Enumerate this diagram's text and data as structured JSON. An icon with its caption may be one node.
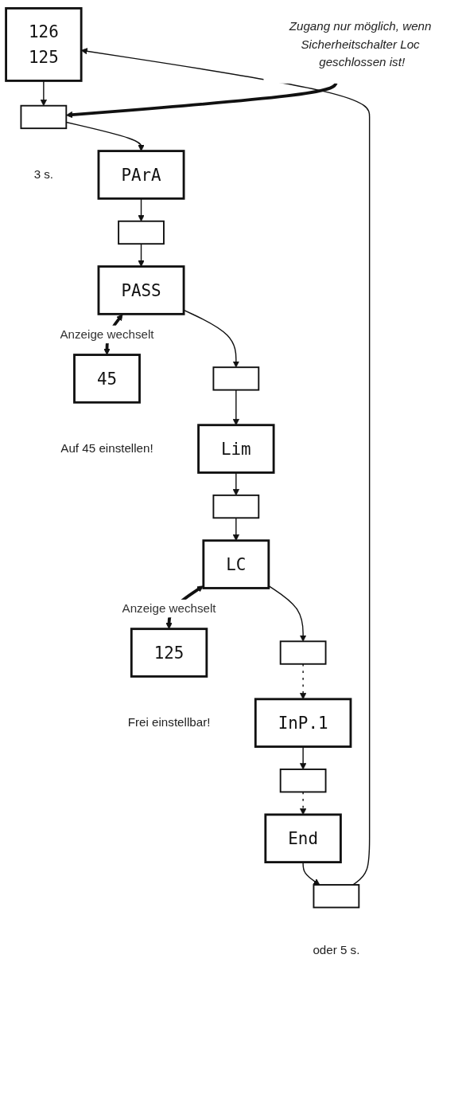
{
  "diagram": {
    "nodes": [
      {
        "text": [
          "126",
          "125"
        ]
      },
      {
        "text": [],
        "shape": "box",
        "beside": [
          "3 s."
        ]
      },
      {
        "text": [
          "PArA"
        ]
      },
      {
        "text": [],
        "shape": "box"
      },
      {
        "text": [
          "PASS"
        ]
      },
      {
        "text": [
          "45"
        ],
        "beside": [
          "Auf 45 einstellen!"
        ]
      },
      {
        "text": [],
        "shape": "box"
      },
      {
        "text": [
          "Lim"
        ]
      },
      {
        "text": [],
        "shape": "box"
      },
      {
        "text": [
          "LC"
        ]
      },
      {
        "text": [
          "125"
        ],
        "beside": [
          "Frei einstellbar!"
        ]
      },
      {
        "text": [],
        "shape": "box"
      },
      {
        "text": [
          "InP.1"
        ]
      },
      {
        "text": [],
        "shape": "box"
      },
      {
        "text": [
          "End"
        ]
      },
      {
        "text": [],
        "shape": "box",
        "beside": [
          "oder 5 s."
        ]
      },
      {
        "text": [
          "Zugang nur möglich, wenn Sicherheitschalter Loc geschlossen ist!"
        ]
      }
    ],
    "edges": [
      {
        "from": 0,
        "to": 1,
        "arrow": "to"
      },
      {
        "from": 1,
        "to": 2,
        "arrow": "to"
      },
      {
        "from": 2,
        "to": 3,
        "arrow": "to"
      },
      {
        "from": 3,
        "to": 4,
        "arrow": "to"
      },
      {
        "from": 4,
        "to": 5,
        "arrow": "both",
        "label": "Anzeige wechselt",
        "style": "thick"
      },
      {
        "from": 4,
        "to": 6,
        "arrow": "to"
      },
      {
        "from": 6,
        "to": 7,
        "arrow": "to"
      },
      {
        "from": 7,
        "to": 8,
        "arrow": "to"
      },
      {
        "from": 8,
        "to": 9,
        "arrow": "to"
      },
      {
        "from": 9,
        "to": 10,
        "arrow": "both",
        "label": "Anzeige wechselt",
        "style": "thick"
      },
      {
        "from": 9,
        "to": 11,
        "arrow": "to"
      },
      {
        "from": 11,
        "to": 12,
        "arrow": "to",
        "style": "dashed"
      },
      {
        "from": 12,
        "to": 13,
        "arrow": "to"
      },
      {
        "from": 13,
        "to": 14,
        "arrow": "to",
        "style": "dashed"
      },
      {
        "from": 14,
        "to": 15,
        "arrow": "to"
      },
      {
        "from": 15,
        "to": 0,
        "arrow": "to"
      },
      {
        "from": 16,
        "to": 1,
        "arrow": "to",
        "style": "thick"
      }
    ]
  }
}
